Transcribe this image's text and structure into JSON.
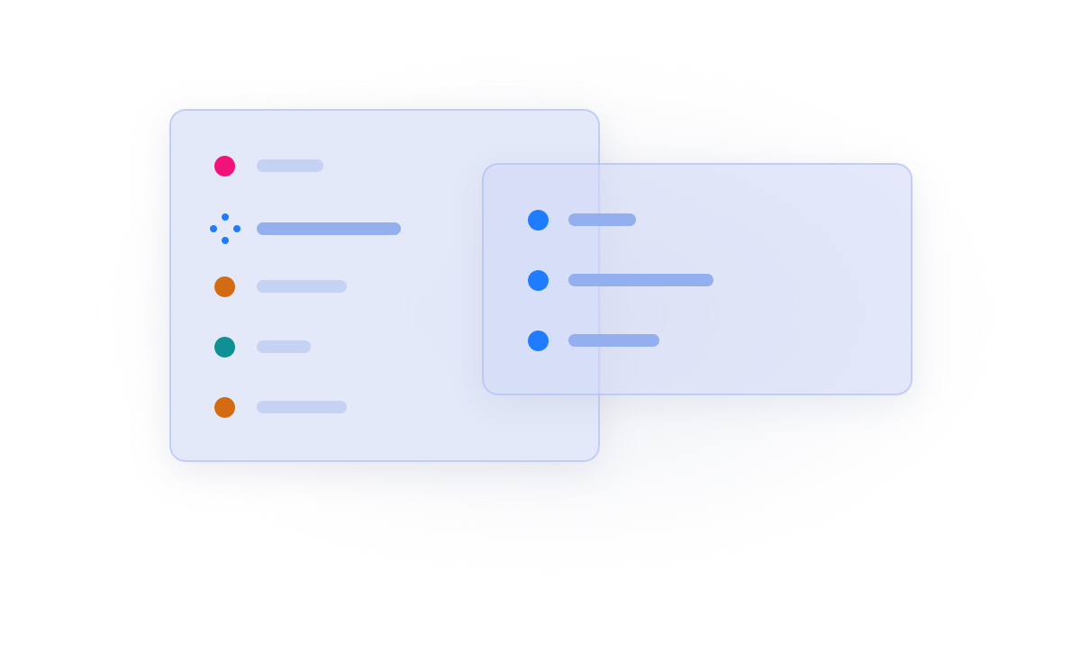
{
  "colors": {
    "pink": "#f2127a",
    "blue": "#1f7cff",
    "orange": "#d26b12",
    "teal": "#0f9093",
    "bar_light": "#c6d2f3",
    "bar_strong": "#93aff0",
    "panel_back": "#e2e7f8",
    "panel_front": "#cdd6f5"
  },
  "back_card": {
    "items": [
      {
        "icon": "pink-dot-icon",
        "color": "#f2127a",
        "emphasis": "light"
      },
      {
        "icon": "four-dot-cluster-icon",
        "color": "#1f7cff",
        "emphasis": "strong"
      },
      {
        "icon": "orange-dot-icon",
        "color": "#d26b12",
        "emphasis": "light"
      },
      {
        "icon": "teal-dot-icon",
        "color": "#0f9093",
        "emphasis": "light"
      },
      {
        "icon": "orange-dot-icon",
        "color": "#d26b12",
        "emphasis": "light"
      }
    ]
  },
  "front_card": {
    "items": [
      {
        "icon": "blue-dot-icon",
        "color": "#1f7cff",
        "emphasis": "strong"
      },
      {
        "icon": "blue-dot-icon",
        "color": "#1f7cff",
        "emphasis": "strong"
      },
      {
        "icon": "blue-dot-icon",
        "color": "#1f7cff",
        "emphasis": "strong"
      }
    ]
  }
}
